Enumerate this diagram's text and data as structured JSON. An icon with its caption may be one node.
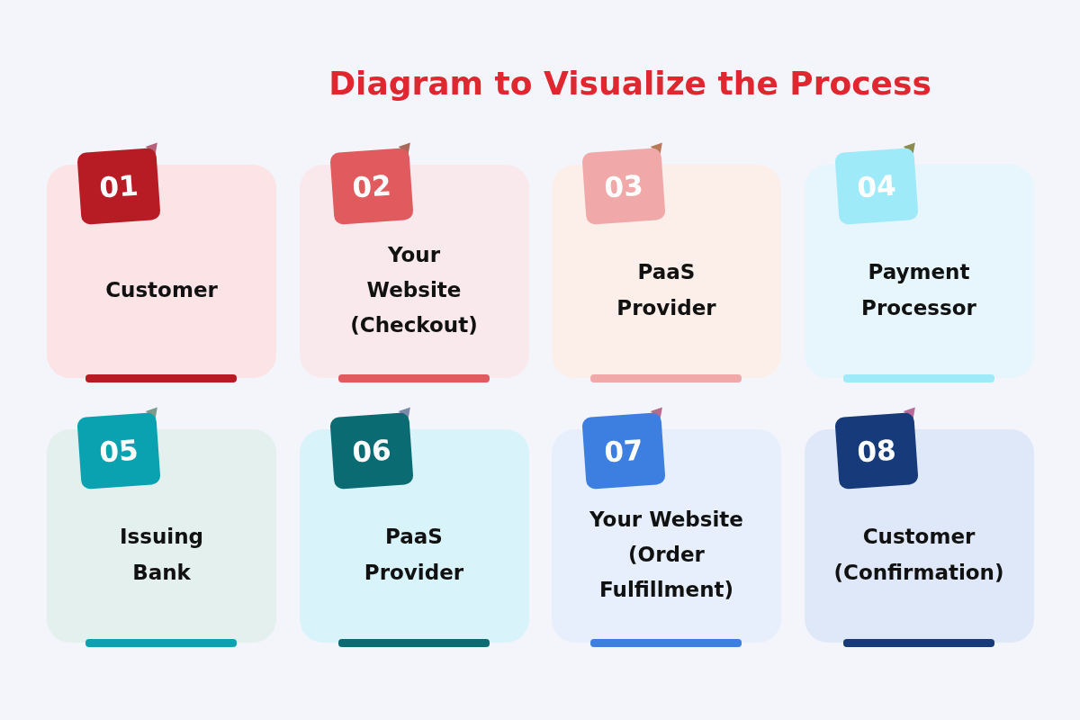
{
  "diagram": {
    "title": "Diagram to Visualize the Process",
    "nodes": [
      {
        "text": [
          "01",
          "Customer"
        ]
      },
      {
        "text": [
          "02",
          "Your Website (Checkout)"
        ]
      },
      {
        "text": [
          "03",
          "PaaS Provider"
        ]
      },
      {
        "text": [
          "04",
          "Payment Processor"
        ]
      },
      {
        "text": [
          "05",
          "Issuing Bank"
        ]
      },
      {
        "text": [
          "06",
          "PaaS Provider"
        ]
      },
      {
        "text": [
          "07",
          "Your Website (Order Fulfillment)"
        ]
      },
      {
        "text": [
          "08",
          "Customer (Confirmation)"
        ]
      }
    ]
  }
}
